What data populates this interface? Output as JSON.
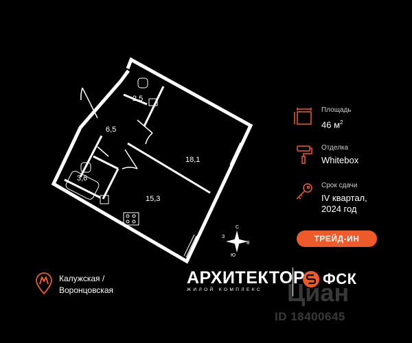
{
  "rooms": [
    {
      "id": "bathroom-small",
      "area": "2,5"
    },
    {
      "id": "hall",
      "area": "6,5"
    },
    {
      "id": "room",
      "area": "18,1"
    },
    {
      "id": "bathroom",
      "area": "3,6"
    },
    {
      "id": "kitchen",
      "area": "15,3"
    }
  ],
  "compass": {
    "north": "С",
    "east": "В",
    "south": "Ю",
    "west": "З"
  },
  "info": {
    "area": {
      "label": "Площадь",
      "value": "46 м",
      "unit_sup": "2"
    },
    "finish": {
      "label": "Отделка",
      "value": "Whitebox"
    },
    "deadline": {
      "label": "Срок сдачи",
      "line1": "IV квартал,",
      "line2": "2024 год"
    }
  },
  "trade_in": {
    "label": "ТРЕЙД-ИН",
    "color": "#ef5a2a"
  },
  "metro": {
    "line1": "Калужская /",
    "line2": "Воронцовская",
    "color": "#ef5a2a"
  },
  "brand": {
    "name": "АРХИТЕКТОР",
    "subtitle": "ЖИЛОЙ КОМПЛЕКС"
  },
  "developer": {
    "name": "ФСК",
    "color": "#ef5a2a"
  },
  "watermark": {
    "brand": "Циан",
    "id": "ID 18400645"
  },
  "colors": {
    "accent": "#ef5a2a",
    "background": "#000000",
    "walls": "#ffffff"
  }
}
